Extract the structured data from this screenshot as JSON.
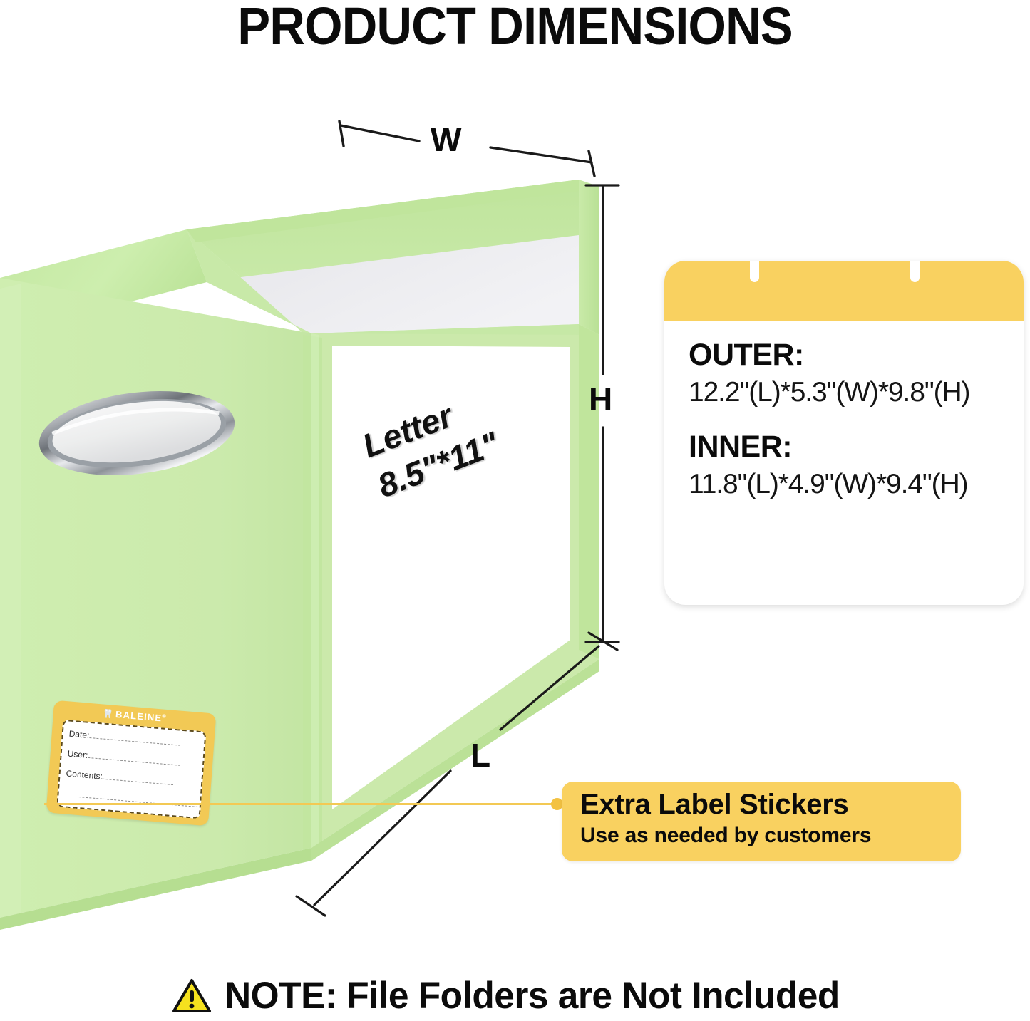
{
  "title": "PRODUCT DIMENSIONS",
  "dimension_markers": {
    "width": "W",
    "height": "H",
    "length": "L"
  },
  "front_panel": {
    "line1": "Letter",
    "line2": "8.5\"*11\""
  },
  "info_card": {
    "outer_label": "OUTER:",
    "outer_value": "12.2\"(L)*5.3\"(W)*9.8\"(H)",
    "inner_label": "INNER:",
    "inner_value": "11.8\"(L)*4.9\"(W)*9.4\"(H)",
    "header_color": "#f9d160",
    "body_color": "#ffffff"
  },
  "sticker": {
    "brand": "BALEINE",
    "brand_mark": "®",
    "whale_icon": "whale-tail-icon",
    "fields": [
      "Date:",
      "User:",
      "Contents:"
    ],
    "border_color": "#f2c955"
  },
  "callout": {
    "title": "Extra Label Stickers",
    "subtitle": "Use as needed by customers",
    "background_color": "#f9d160"
  },
  "note": {
    "icon": "warning-triangle-icon",
    "text": "NOTE: File Folders are Not Included",
    "icon_color": "#f5e11e"
  },
  "product": {
    "body_color": "#cbe9ab",
    "panel_color": "#ffffff",
    "handle": "chrome-handle-icon"
  }
}
